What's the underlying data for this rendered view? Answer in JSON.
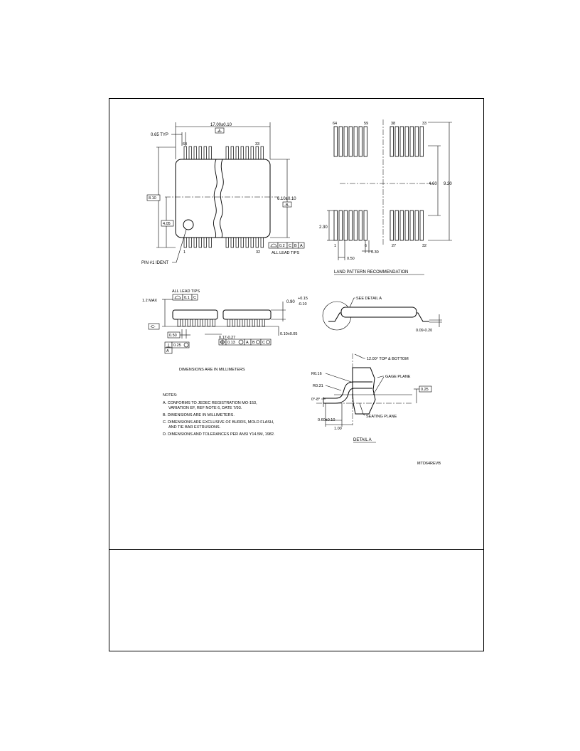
{
  "top_view": {
    "dim_length": "17.00±0.10",
    "datum_a": "-A-",
    "pitch": "0.65 TYP",
    "pin_64": "64",
    "pin_33": "33",
    "pin_1": "1",
    "pin_32": "32",
    "dim_overall_width": "8.10",
    "dim_half": "4.05",
    "dim_body_width": "6.10±0.10",
    "datum_b": "-B-",
    "tol_value": "0.2",
    "tol_ref_c": "C",
    "tol_ref_b": "B",
    "tol_ref_a": "A",
    "all_lead_tips": "ALL LEAD TIPS",
    "pin1_ident": "PIN #1 IDENT"
  },
  "land_pattern": {
    "pin_64": "64",
    "pin_59": "59",
    "pin_38": "38",
    "pin_33": "33",
    "pin_1": "1",
    "pin_6": "6",
    "pin_27": "27",
    "pin_32": "32",
    "dim_460": "4.60",
    "dim_920": "9.20",
    "dim_230": "2.30",
    "dim_030": "0.30",
    "dim_050": "0.50",
    "caption": "LAND PATTERN RECOMMENDATION"
  },
  "side_view": {
    "all_lead_tips": "ALL LEAD TIPS",
    "max_height": "1.2 MAX",
    "flat_tol": "0.1",
    "flat_ref": "C",
    "dim_090": "0.90",
    "dim_090_plus": "+0.15",
    "dim_090_minus": "-0.10",
    "datum_c": "-C-",
    "dim_050": "0.50",
    "dim_017": "0.17-0.27",
    "dim_010": "0.10±0.05",
    "perp_tol": "0.25",
    "perp_ref": "A",
    "pos_tol": "0.13",
    "pos_ref_a": "A",
    "pos_ref_b": "B",
    "pos_ref_c": "C",
    "dim_mm": "DIMENSIONS ARE IN MILLIMETERS"
  },
  "end_view": {
    "see_detail": "SEE DETAIL  A",
    "dim_lead": "0.09-0.20"
  },
  "detail_a": {
    "angle_top_bottom": "12.00° TOP & BOTTOM",
    "r016": "R0.16",
    "r031": "R0.31",
    "gage_plane": "GAGE PLANE",
    "dim_025": "0.25",
    "angle": "0°-8°",
    "seating_plane": "SEATING PLANE",
    "dim_060": "0.60±0.10",
    "dim_100": "1.00",
    "caption": "DETAIL A"
  },
  "notes": {
    "title": "NOTES:",
    "a1": "A. CONFORMS TO JEDEC REGISTRATION MO-153,",
    "a2": "VARIATION EF, REF NOTE 6, DATE 7/93.",
    "b": "B. DIMENSIONS ARE IN MILLIMETERS.",
    "c1": "C. DIMENSIONS ARE EXCLUSIVE OF BURRS, MOLD FLASH,",
    "c2": "AND TIE BAR EXTRUSIONS.",
    "d": "D. DIMENSIONS AND TOLERANCES PER ANSI Y14.5M, 1982."
  },
  "drawing_code": "MTD64REVB"
}
